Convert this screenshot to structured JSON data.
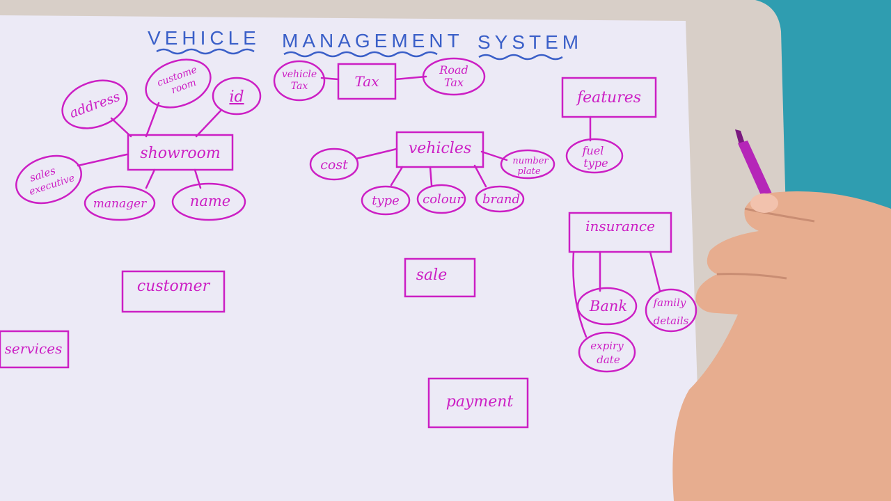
{
  "title": {
    "words": [
      "VEHICLE",
      "MANAGEMENT",
      "SYSTEM"
    ]
  },
  "colors": {
    "ink": "#cc1fc4",
    "title_ink": "#3a5fc8",
    "paper": "#eceaf6",
    "backing": "#d8cfc8",
    "cloth": "#2f9db0",
    "skin": "#e7ad8f"
  },
  "entities": {
    "showroom": "showroom",
    "tax": "Tax",
    "vehicles": "vehicles",
    "features": "features",
    "insurance": "insurance",
    "customer": "customer",
    "sale": "sale",
    "services": "services",
    "payment": "payment"
  },
  "attributes": {
    "address": "address",
    "customer_room": [
      "custome",
      "room"
    ],
    "id": "id",
    "sales_executive": [
      "sales",
      "executive"
    ],
    "manager": "manager",
    "name": "name",
    "vehicle_tax": [
      "vehicle",
      "Tax"
    ],
    "road_tax": [
      "Road",
      "Tax"
    ],
    "cost": "cost",
    "number_plate": [
      "number",
      "plate"
    ],
    "type": "type",
    "colour": "colour",
    "brand": "brand",
    "fuel_type": [
      "fuel",
      "type"
    ],
    "bank": "Bank",
    "family_details": [
      "family",
      "details"
    ],
    "expiry_date": [
      "expiry",
      "date"
    ]
  },
  "props": {
    "pen": "magenta-marker-icon",
    "hand": "hand-icon"
  }
}
